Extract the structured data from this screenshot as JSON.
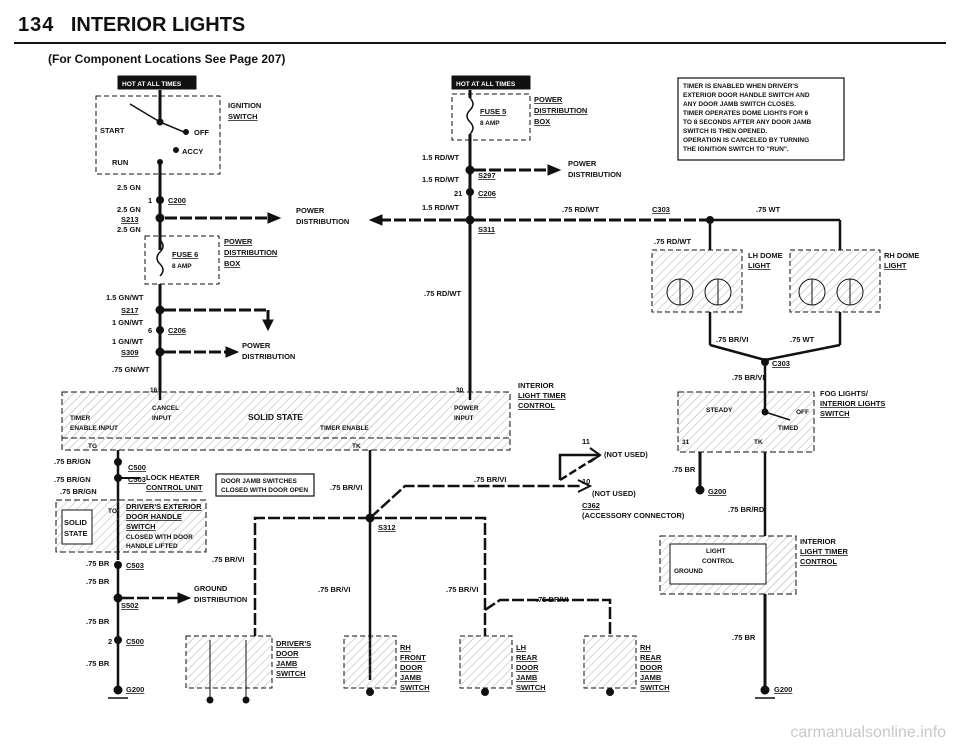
{
  "header": {
    "page_number": "134",
    "title": "INTERIOR LIGHTS",
    "subtitle": "(For Component Locations See Page 207)"
  },
  "watermark": "carmanualsonline.info",
  "labels": {
    "hot1": "HOT AT ALL TIMES",
    "hot2": "HOT AT ALL TIMES",
    "ign_switch": "IGNITION",
    "ign_switch2": "SWITCH",
    "start": "START",
    "off": "OFF",
    "accy": "ACCY",
    "run": "RUN",
    "w_25gn_a": "2.5 GN",
    "c200_pin": "1",
    "c200": "C200",
    "w_25gn_b": "2.5 GN",
    "s213": "S213",
    "w_25gn_c": "2.5 GN",
    "pd_left": "POWER",
    "pd_left2": "DISTRIBUTION",
    "fuse6": "FUSE 6",
    "fuse6_amp": "8 AMP",
    "pdb_left1": "POWER",
    "pdb_left2": "DISTRIBUTION",
    "pdb_left3": "BOX",
    "w_15gnwt": "1.5 GN/WT",
    "s217": "S217",
    "w_1gnwt_a": "1 GN/WT",
    "c206_pin_a": "6",
    "c206_a": "C206",
    "w_1gnwt_b": "1 GN/WT",
    "s309": "S309",
    "pd_mid1": "POWER",
    "pd_mid2": "DISTRIBUTION",
    "w_75gnwt": ".75 GN/WT",
    "fuse5": "FUSE 5",
    "fuse5_amp": "8 AMP",
    "pdb_r1": "POWER",
    "pdb_r2": "DISTRIBUTION",
    "pdb_r3": "BOX",
    "w_15rdwt_a": "1.5 RD/WT",
    "pd_r1": "POWER",
    "pd_r2": "DISTRIBUTION",
    "w_15rdwt_b": "1.5 RD/WT",
    "s297": "S297",
    "c206_pin_b": "21",
    "c206_b": "C206",
    "w_15rdwt_c": "1.5 RD/WT",
    "s311": "S311",
    "w_75rdwt_a": ".75 RD/WT",
    "c303": "C303",
    "w_75wt_a": ".75 WT",
    "w_75rdwt_b": ".75 RD/WT",
    "w_75rdwt_c": ".75 RD/WT",
    "timer_note": [
      "TIMER IS ENABLED WHEN DRIVER'S",
      "EXTERIOR DOOR HANDLE SWITCH AND",
      "ANY DOOR JAMB SWITCH CLOSES.",
      "TIMER OPERATES DOME LIGHTS FOR 6",
      "TO 8 SECONDS AFTER ANY DOOR JAMB",
      "SWITCH IS THEN OPENED.",
      "OPERATION IS CANCELED BY TURNING",
      "THE IGNITION SWITCH TO \"RUN\"."
    ],
    "lh_dome1": "LH DOME",
    "lh_dome2": "LIGHT",
    "rh_dome1": "RH DOME",
    "rh_dome2": "LIGHT",
    "w_75brvi_a": ".75 BR/VI",
    "w_75wt_b": ".75 WT",
    "c303_b": "C303",
    "w_75brvi_b": ".75 BR/VI",
    "pin16": "16",
    "pin30": "30",
    "timer_module1": "INTERIOR",
    "timer_module2": "LIGHT TIMER",
    "timer_module3": "CONTROL",
    "cancel1": "CANCEL",
    "cancel2": "INPUT",
    "solid_state": "SOLID STATE",
    "power_in1": "POWER",
    "power_in2": "INPUT",
    "timer_en_in1": "TIMER",
    "timer_en_in2": "ENABLE INPUT",
    "timer_en": "TIMER ENABLE",
    "tg": "TG",
    "tk": "TK",
    "pin11": "11",
    "not_used_a": "(NOT USED)",
    "pin10": "10",
    "not_used_b": "(NOT USED)",
    "c362": "C362",
    "acc_conn": "(ACCESSORY CONNECTOR)",
    "w_75brvi_c": ".75 BR/VI",
    "w_75brgn_a": ".75 BR/GN",
    "c500_a": "C500",
    "w_75brgn_b": ".75 BR/GN",
    "c503_a": "C503",
    "w_75brgn_c": ".75 BR/GN",
    "lock_heater1": "LOCK HEATER",
    "lock_heater2": "CONTROL UNIT",
    "jamb_note1": "DOOR JAMB SWITCHES",
    "jamb_note2": "CLOSED WITH DOOR OPEN",
    "w_75brvi_d": ".75 BR/VI",
    "solid_left1": "SOLID",
    "solid_left2": "STATE",
    "to": "TO",
    "ext_handle1": "DRIVER'S EXTERIOR",
    "ext_handle2": "DOOR HANDLE",
    "ext_handle3": "SWITCH",
    "ext_handle4": "CLOSED WITH DOOR",
    "ext_handle5": "HANDLE LIFTED",
    "s312": "S312",
    "w_75br_a": ".75 BR",
    "c503_b": "C503",
    "w_75brvi_e": ".75 BR/VI",
    "w_75br_b": ".75 BR",
    "ground1": "GROUND",
    "ground2": "DISTRIBUTION",
    "s502": "S502",
    "w_75br_c": ".75 BR",
    "c500_pin": "2",
    "c500_b": "C500",
    "w_75br_d": ".75 BR",
    "g200_a": "G200",
    "drv_jamb1": "DRIVER'S",
    "drv_jamb2": "DOOR",
    "drv_jamb3": "JAMB",
    "drv_jamb4": "SWITCH",
    "w_75brvi_f": ".75 BR/VI",
    "w_75brvi_g": ".75 BR/VI",
    "w_75brvi_h": ".75 BR/VI",
    "rhf1": "RH",
    "rhf2": "FRONT",
    "rhf3": "DOOR",
    "rhf4": "JAMB",
    "rhf5": "SWITCH",
    "lhr1": "LH",
    "lhr2": "REAR",
    "lhr3": "DOOR",
    "lhr4": "JAMB",
    "lhr5": "SWITCH",
    "rhr1": "RH",
    "rhr2": "REAR",
    "rhr3": "DOOR",
    "rhr4": "JAMB",
    "rhr5": "SWITCH",
    "fog1": "FOG LIGHTS/",
    "fog2": "INTERIOR LIGHTS",
    "fog3": "SWITCH",
    "steady": "STEADY",
    "fog_off": "OFF",
    "timed": "TIMED",
    "pin31": "31",
    "tk2": "TK",
    "w_75br_e": ".75 BR",
    "g200_b": "G200",
    "w_75brrd": ".75 BR/RD",
    "ctrl_light": "LIGHT",
    "ctrl_control": "CONTROL",
    "ctrl_ground": "GROUND",
    "ictrl1": "INTERIOR",
    "ictrl2": "LIGHT TIMER",
    "ictrl3": "CONTROL",
    "w_75br_f": ".75 BR",
    "g200_c": "G200"
  }
}
